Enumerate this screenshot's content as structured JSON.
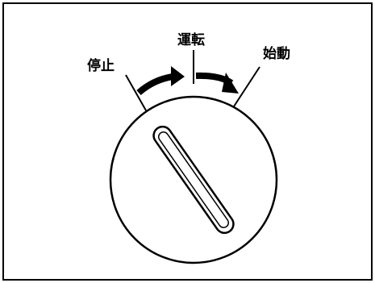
{
  "diagram": {
    "positions": {
      "stop": "停止",
      "run": "運転",
      "start": "始動"
    },
    "colors": {
      "ink": "#000000",
      "paper": "#ffffff"
    }
  }
}
